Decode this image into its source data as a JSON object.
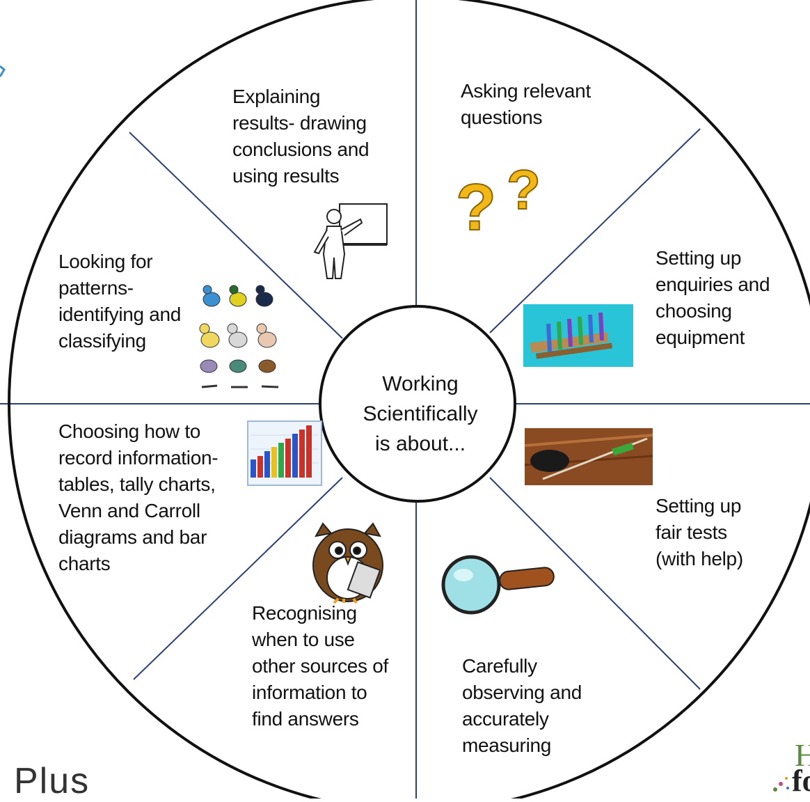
{
  "diagram": {
    "center_text": "Working\nScientifically\nis about...",
    "segments": [
      {
        "id": "explaining",
        "text": "Explaining\nresults- drawing\nconclusions and\nusing results",
        "icon": "teacher-at-board-icon"
      },
      {
        "id": "asking",
        "text": "Asking  relevant\nquestions",
        "icon": "question-marks-icon"
      },
      {
        "id": "enquiries",
        "text": "Setting up\nenquiries and\nchoosing\nequipment",
        "icon": "test-tube-rack-icon"
      },
      {
        "id": "fair-tests",
        "text": "Setting up\nfair tests\n(with help)",
        "icon": "toy-car-ramp-photo-icon"
      },
      {
        "id": "observing",
        "text": "Carefully\nobserving and\naccurately\nmeasuring",
        "icon": "magnifying-glass-icon"
      },
      {
        "id": "recognising",
        "text": "Recognising\nwhen to use\nother sources of\ninformation to\nfind answers",
        "icon": "owl-reading-icon"
      },
      {
        "id": "recording",
        "text": "Choosing how to\nrecord information-\ntables, tally charts,\nVenn and Carroll\ndiagrams and bar\ncharts",
        "icon": "bar-chart-icon"
      },
      {
        "id": "patterns",
        "text": "Looking for\npatterns-\nidentifying and\nclassifying",
        "icon": "birds-and-fish-icon"
      }
    ],
    "colors": {
      "outline": "#111111",
      "spoke": "#2b3f7a",
      "question_mark": "#f2b818",
      "test_tube_bg": "#29c4d8",
      "magnifier_lens": "#9ee0e6",
      "magnifier_handle": "#a0521e",
      "owl_body": "#7a4a1f",
      "logo_green": "#5a8a3c"
    }
  },
  "footer": {
    "left_text": "Plus",
    "logo_text_1": "H",
    "logo_text_2": "fo"
  }
}
